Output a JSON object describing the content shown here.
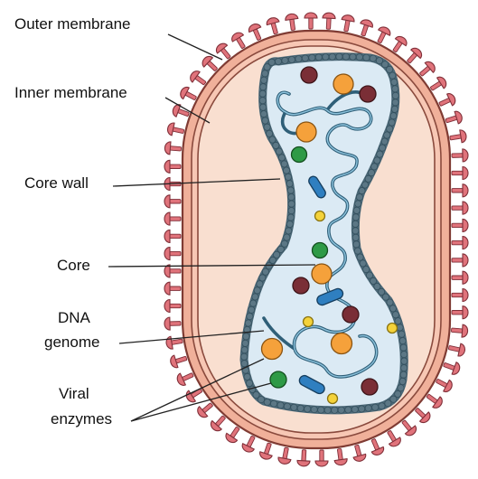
{
  "labels": {
    "outer_membrane": "Outer membrane",
    "inner_membrane": "Inner membrane",
    "core_wall": "Core wall",
    "core": "Core",
    "dna_line1": "DNA",
    "dna_line2": "genome",
    "viral_line1": "Viral",
    "viral_line2": "enzymes"
  },
  "colors": {
    "spike": "#e0737b",
    "outer_membrane": "#f0b09a",
    "interior": "#f9dfd0",
    "core_wall": "#5c7785",
    "core_fill": "#dbeaf4",
    "dna": "#5a98b8",
    "dark_red": "#7a2e36",
    "orange": "#f5a13b",
    "green": "#2e9a46",
    "blue": "#2f7fc0",
    "yellow": "#f4d23a"
  },
  "icons": {
    "spike": "mushroom-spike",
    "particles": [
      "dark-red-circle",
      "orange-circle",
      "green-circle",
      "blue-capsule",
      "yellow-dot"
    ]
  }
}
